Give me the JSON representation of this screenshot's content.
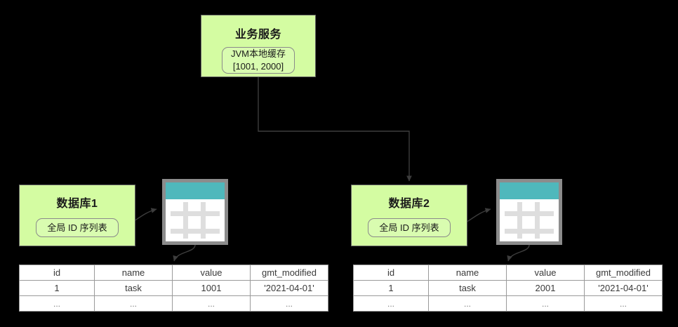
{
  "diagram": {
    "service": {
      "title": "业务服务",
      "cache_chip": "JVM本地缓存\n[1001, 2000]"
    },
    "databases": [
      {
        "title": "数据库1",
        "chip": "全局 ID 序列表",
        "icon_name": "database-table-icon"
      },
      {
        "title": "数据库2",
        "chip": "全局 ID 序列表",
        "icon_name": "database-table-icon"
      }
    ],
    "tables": [
      {
        "headers": [
          "id",
          "name",
          "value",
          "gmt_modified"
        ],
        "rows": [
          [
            "1",
            "task",
            "1001",
            "'2021-04-01'"
          ],
          [
            "...",
            "...",
            "...",
            "..."
          ]
        ]
      },
      {
        "headers": [
          "id",
          "name",
          "value",
          "gmt_modified"
        ],
        "rows": [
          [
            "1",
            "task",
            "2001",
            "'2021-04-01'"
          ],
          [
            "...",
            "...",
            "...",
            "..."
          ]
        ]
      }
    ],
    "colors": {
      "background": "#000000",
      "node_fill": "#d4fca2",
      "node_stroke": "#666666",
      "chip_fill": "#d9fcb0",
      "chip_stroke": "#8a8a8a",
      "icon_header": "#4fb8bc",
      "icon_border": "#8c8c8c",
      "icon_grid": "#dedede",
      "edge_stroke": "#3d3d3d",
      "table_border": "#9a9a9a",
      "table_text": "#3a3a3a"
    }
  }
}
